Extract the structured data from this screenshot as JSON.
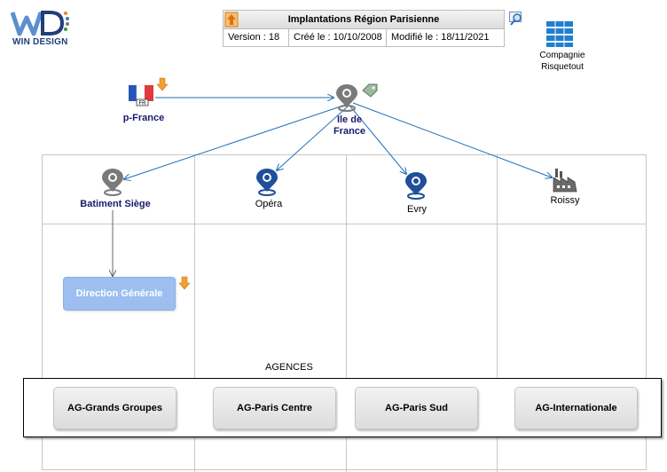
{
  "logo": {
    "brand": "WIN DESIGN"
  },
  "header": {
    "title": "Implantations Région Parisienne",
    "version": "Version : 18",
    "created": "Créé le : 10/10/2008",
    "modified": "Modifié le : 18/11/2021"
  },
  "company": {
    "line1": "Compagnie",
    "line2": "Risquetout"
  },
  "nodes": {
    "france": {
      "label": "p-France",
      "flag_tag": "FR"
    },
    "idf": {
      "line1": "Ile de",
      "line2": "France"
    },
    "batiment": {
      "label": "Batiment Siège"
    },
    "opera": {
      "label": "Opéra"
    },
    "evry": {
      "label": "Evry"
    },
    "roissy": {
      "label": "Roissy"
    },
    "direction": {
      "label": "Direction Générale"
    }
  },
  "agences": {
    "title": "AGENCES",
    "items": [
      "AG-Grands Groupes",
      "AG-Paris Centre",
      "AG-Paris Sud",
      "AG-Internationale"
    ]
  },
  "colors": {
    "link": "#1f6fb5",
    "pin_gray": "#7a7a7a",
    "pin_blue": "#1f4f9a",
    "direction_fill": "#9cbff0",
    "orange": "#f0a030"
  }
}
